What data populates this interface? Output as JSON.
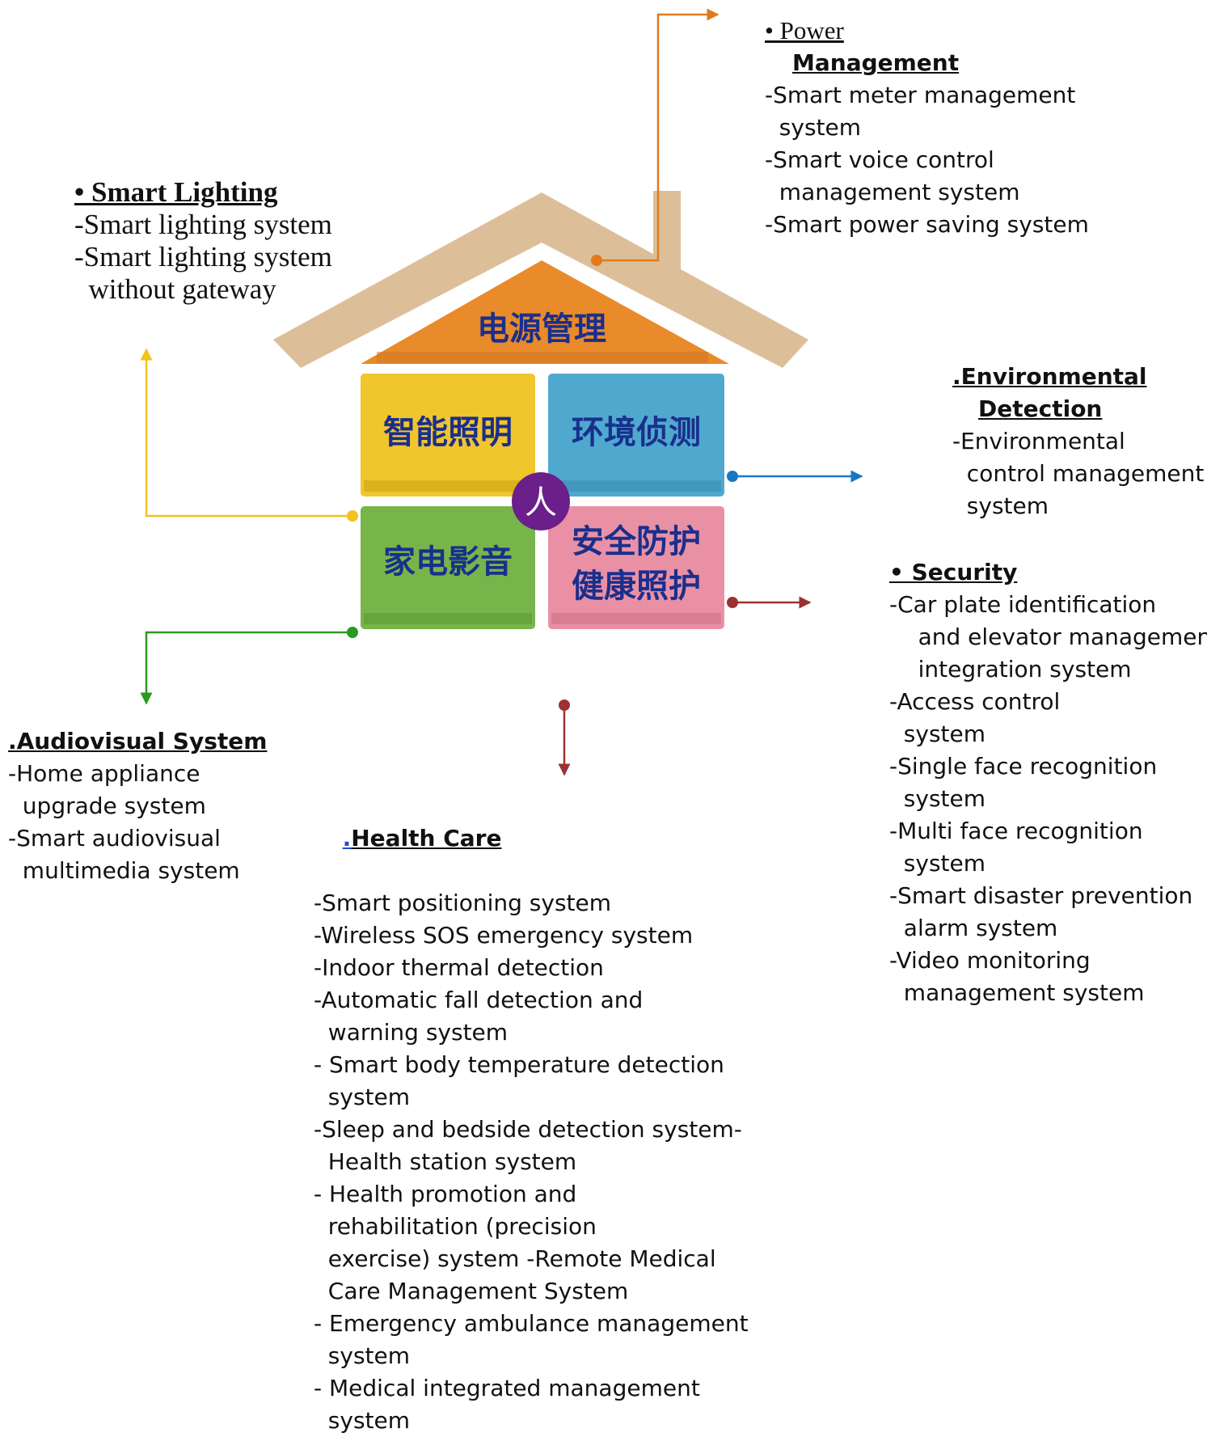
{
  "house": {
    "roof_label": "电源管理",
    "tiles": {
      "lighting": "智能照明",
      "environment": "环境侦测",
      "audiovisual": "家电影音",
      "security_health_1": "安全防护",
      "security_health_2": "健康照护"
    },
    "center": "人"
  },
  "colors": {
    "roof": "#dcbf99",
    "roof_label_bg": "#e98a2b",
    "tile_lighting": "#f1c52c",
    "tile_environment": "#4fa9cf",
    "tile_audiovisual": "#77b54b",
    "tile_security_health": "#ea90a5",
    "center_circle": "#6a1f8b",
    "cjk_text": "#1a2f8c",
    "arrow_power": "#e07a1c",
    "arrow_lighting": "#f3c21c",
    "arrow_environment": "#1976c4",
    "arrow_audiovisual": "#2a9a20",
    "arrow_security_health": "#9b3232"
  },
  "sections": {
    "power": {
      "title_bullet": "• Power",
      "title_rest": "Management",
      "items": [
        "-Smart meter management",
        "  system",
        "-Smart voice control",
        "  management system",
        "-Smart power saving system"
      ]
    },
    "lighting": {
      "title": "• Smart Lighting",
      "items": [
        "-Smart lighting system",
        "-Smart lighting system",
        "  without gateway"
      ]
    },
    "environment": {
      "title_1": ".Environmental",
      "title_2": "Detection",
      "items": [
        "-Environmental",
        "  control management",
        "  system"
      ]
    },
    "security": {
      "title": "• Security",
      "items": [
        "-Car plate identification",
        "    and elevator management",
        "    integration system",
        "-Access control",
        "  system",
        "-Single face recognition",
        "  system",
        "-Multi face recognition",
        "  system",
        "-Smart disaster prevention",
        "  alarm system",
        "-Video monitoring",
        "  management system"
      ]
    },
    "audiovisual": {
      "title": ".Audiovisual System",
      "items": [
        "-Home appliance",
        "  upgrade system",
        "-Smart audiovisual",
        "  multimedia system"
      ]
    },
    "health": {
      "title_dot": ".",
      "title": "Health Care",
      "items": [
        "-Smart positioning system",
        "-Wireless SOS emergency system",
        "-Indoor thermal detection",
        "-Automatic fall detection and",
        "  warning system",
        "- Smart body temperature detection",
        "  system",
        "-Sleep and bedside detection system-",
        "  Health station system",
        "- Health promotion and",
        "  rehabilitation (precision",
        "  exercise) system -Remote Medical",
        "  Care Management System",
        "- Emergency ambulance management",
        "  system",
        "- Medical integrated management",
        "  system"
      ]
    }
  }
}
